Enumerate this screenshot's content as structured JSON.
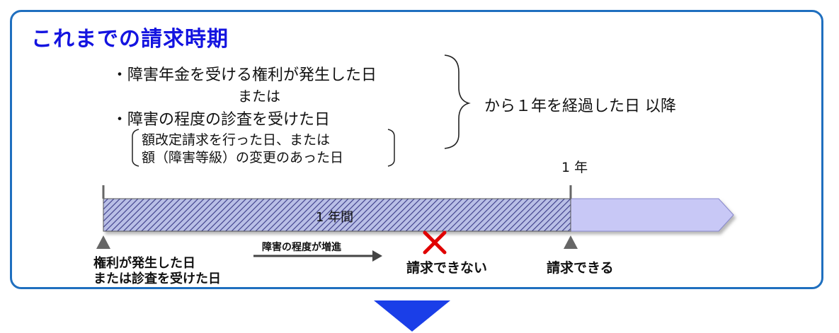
{
  "title": "これまでの請求時期",
  "conditions": {
    "item1": "・障害年金を受ける権利が発生した日",
    "or_text": "または",
    "item2": "・障害の程度の診査を受けた日",
    "sub_line1": "額改定請求を行った日、または",
    "sub_line2": "額（障害等級）の変更のあった日",
    "result": "から１年を経過した日 以降"
  },
  "timeline": {
    "one_year_marker": "1 年",
    "bar_label": "1 年間",
    "start_label_line1": "権利が発生した日",
    "start_label_line2": "または診査を受けた日",
    "arrow_label": "障害の程度が増進",
    "cannot_claim": "請求できない",
    "can_claim": "請求できる"
  },
  "colors": {
    "title": "#1414e0",
    "frame": "#1f6fbf",
    "hatch_fill": "#b9bfe6",
    "hatch_stroke": "#3a3a88",
    "after_fill": "#c8c8f6",
    "cross": "#e00000",
    "down_arrow": "#1a3ee8"
  }
}
